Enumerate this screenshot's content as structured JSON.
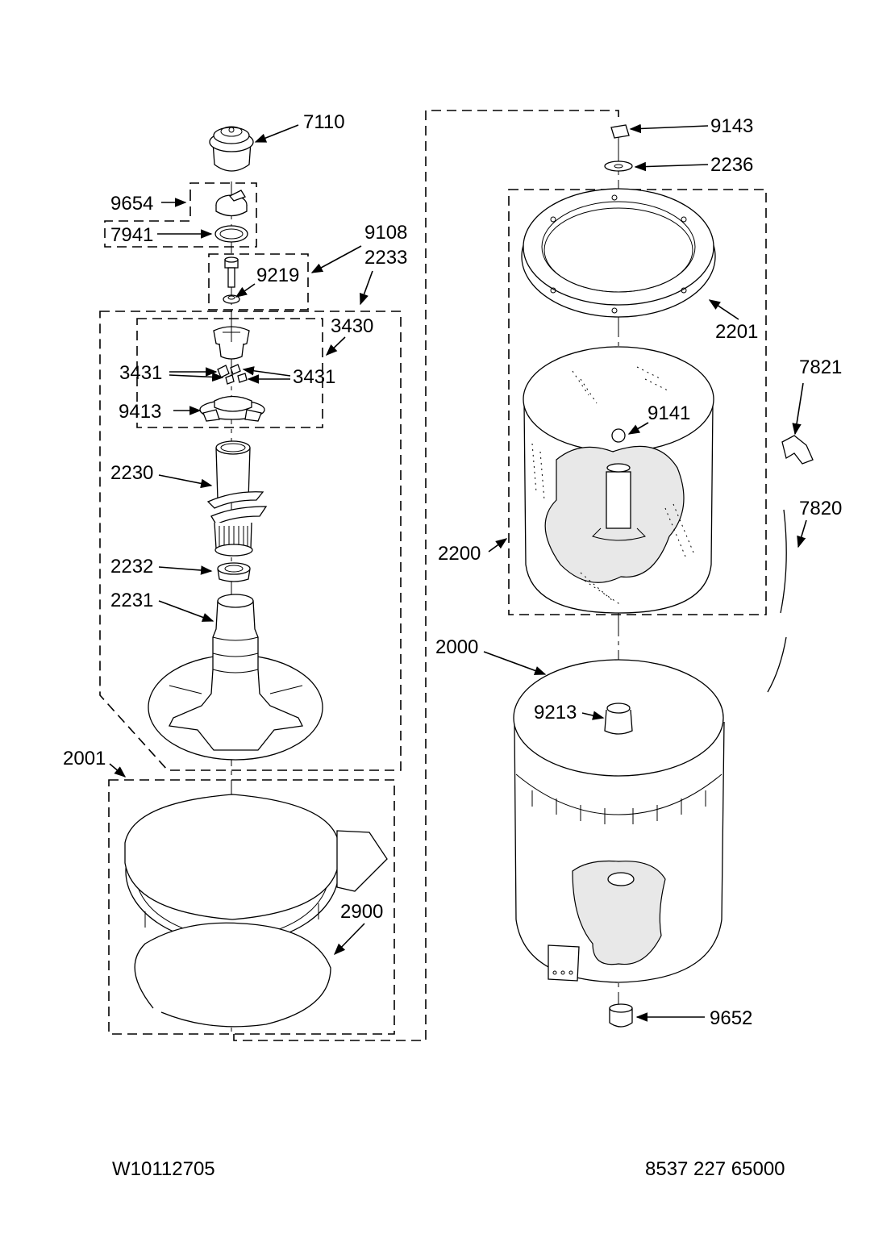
{
  "callouts": {
    "c7110": "7110",
    "c9654": "9654",
    "c7941": "7941",
    "c9108": "9108",
    "c9219": "9219",
    "c2233": "2233",
    "c3430": "3430",
    "c3431a": "3431",
    "c3431b": "3431",
    "c9413": "9413",
    "c2230": "2230",
    "c2232": "2232",
    "c2231": "2231",
    "c2001": "2001",
    "c2900": "2900",
    "c9143": "9143",
    "c2236": "2236",
    "c2201": "2201",
    "c7821": "7821",
    "c9141": "9141",
    "c7820": "7820",
    "c2200": "2200",
    "c2000": "2000",
    "c9213": "9213",
    "c9652": "9652"
  },
  "footer": {
    "left_code": "W10112705",
    "right_code": "8537 227 65000"
  }
}
